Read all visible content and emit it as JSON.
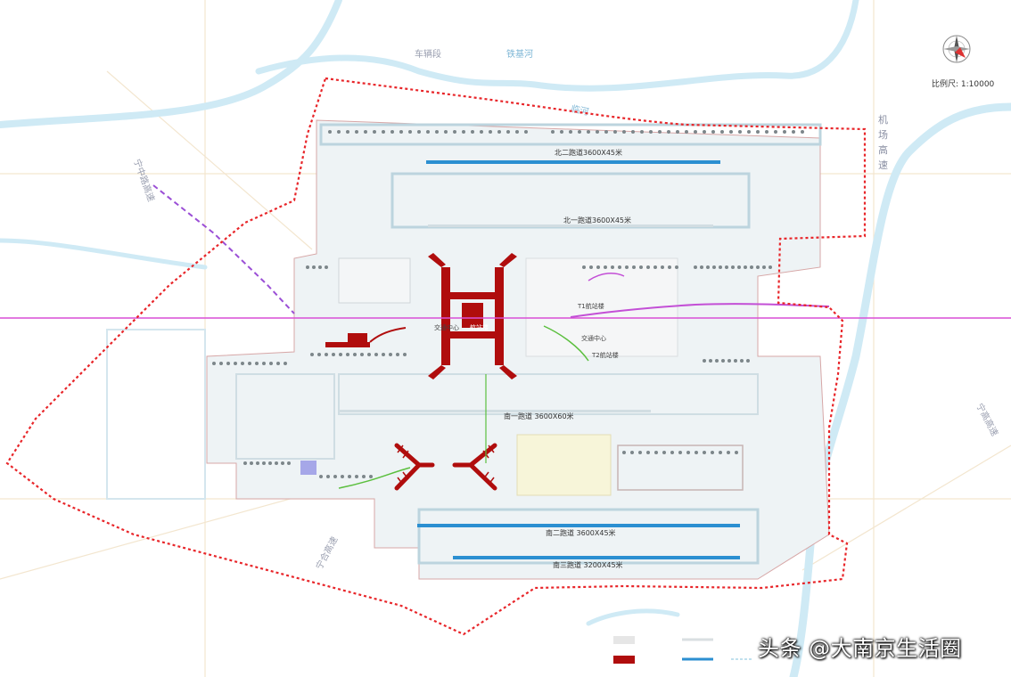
{
  "scale": "比例尺: 1:10000",
  "places": {
    "chelianduan": "车辆段",
    "tiejihe": "铁基河",
    "linhe": "临河",
    "jichang_gaosu": "机场高速",
    "zhongqiang_road": "宁中路高速",
    "ninghe_gaosu": "宁合高速",
    "gaosu_right": "宁高高速"
  },
  "runways": {
    "north2": "北二跑道3600X45米",
    "north1": "北一跑道3600X45米",
    "south1": "南一跑道 3600X60米",
    "south2": "南二跑道 3600X45米",
    "south3": "南三跑道 3200X45米"
  },
  "terminals": {
    "t1": "T1航站楼",
    "t2": "T2航站楼",
    "traffic_center": "交通中心",
    "traffic_center_t2": "交通中心",
    "t3": "航站楼"
  },
  "watermark": "头条 @大南京生活圈",
  "colors": {
    "boundary": "#e8262a",
    "runway": "#2b8fd1",
    "terminal": "#b00d0d",
    "river": "#bfe3f0",
    "rail": "#d94fd6"
  }
}
